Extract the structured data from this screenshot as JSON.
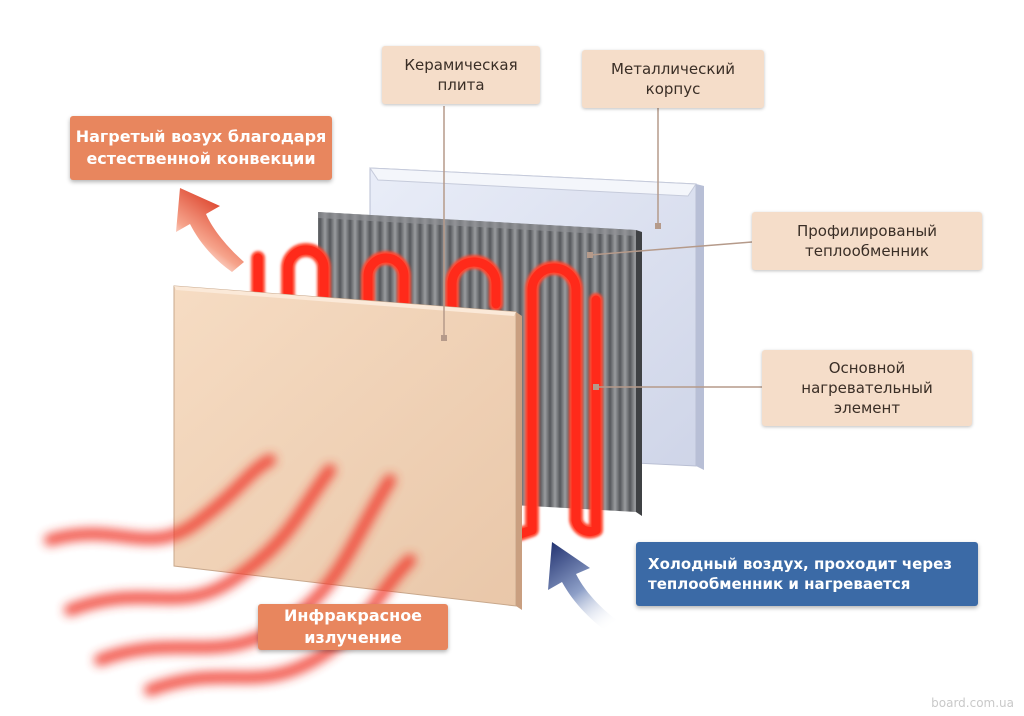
{
  "labels": {
    "ceramic_plate": "Керамическая\nплита",
    "metal_case": "Металлический\nкорпус",
    "heated_air": "Нагретый возух благодаря\nестественной конвекции",
    "heat_exchanger": "Профилированый\nтеплообменник",
    "heating_element": "Основной\nнагревательный\nэлемент",
    "cold_air": "Холодный воздух, проходит через\nтеплообменник и нагревается",
    "infrared": "Инфракрасное\nизлучение"
  },
  "watermark": "board.com.ua",
  "colors": {
    "callout_light": "#f5ddc9",
    "callout_orange": "#e8865e",
    "callout_blue": "#3b6aa6",
    "heating_coil": "#ff2a1a",
    "heat_exchanger": "#6b6d70",
    "ceramic_plate": "#f0d3b8",
    "metal_case": "#dfe4f2"
  }
}
